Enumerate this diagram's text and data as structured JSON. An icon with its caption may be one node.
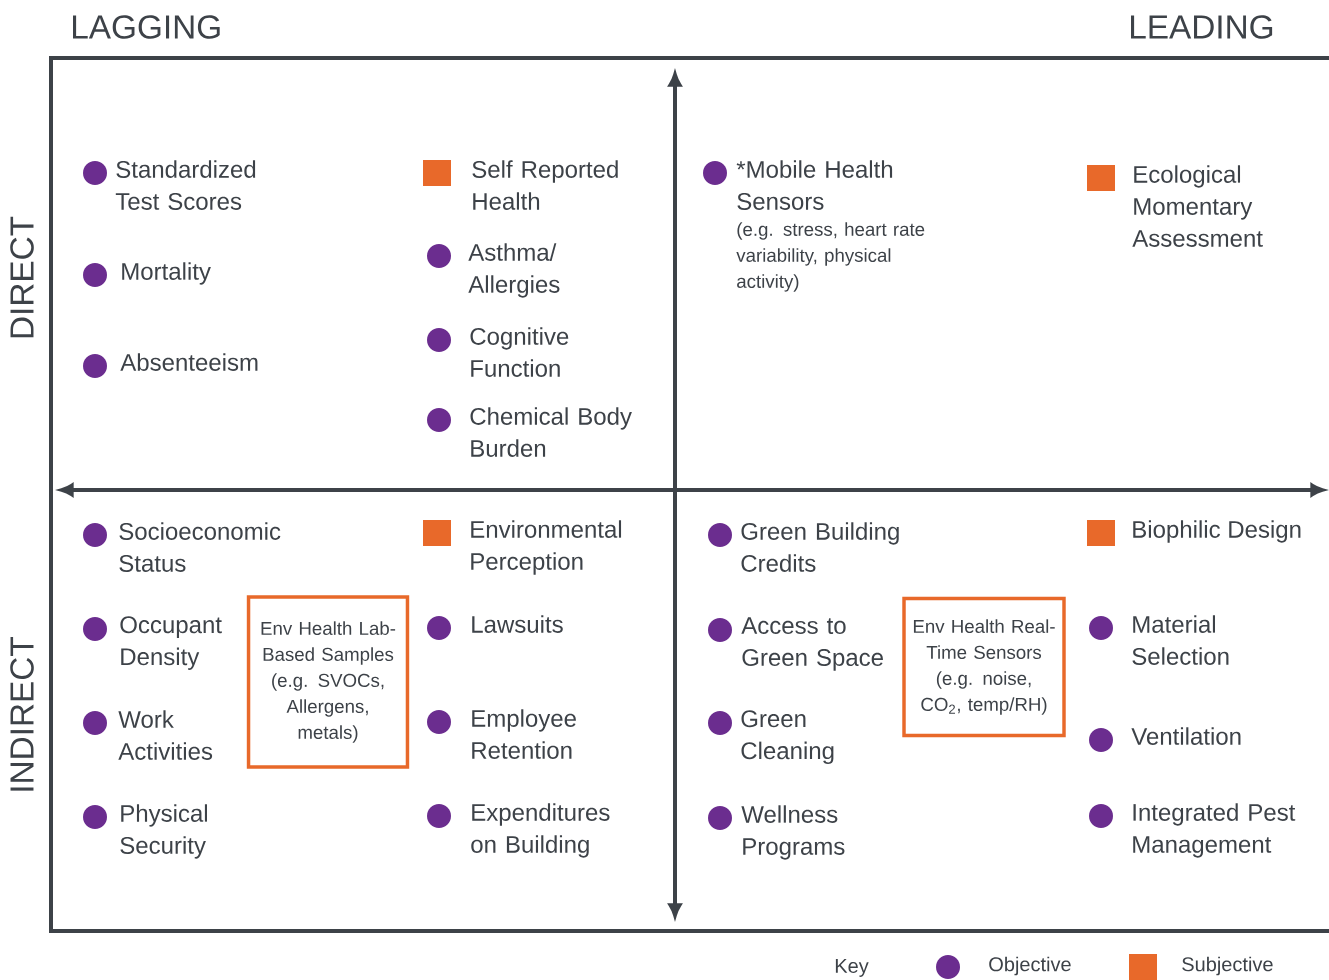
{
  "diagram": {
    "nodes": [
      {
        "text": [
          "Env Health Lab-Based Samples (e.g. SVOCs, Allergens, metals)"
        ]
      },
      {
        "text": [
          "Env Health Real-Time Sensors (e.g. noise, CO$_{2}$, temp/RH)"
        ]
      }
    ],
    "labels": [
      "LAGGING",
      "LEADING",
      "DIRECT",
      "INDIRECT",
      "Standardized Test Scores",
      "Mortality",
      "Absenteeism",
      "Self Reported Health",
      "Asthma/ Allergies",
      "Cognitive Function",
      "Chemical Body Burden",
      "*Mobile Health Sensors",
      "(e.g. stress, heart rate variability, physical activity)",
      "Ecological Momentary Assessment",
      "Socioeconomic Status",
      "Occupant Density",
      "Work Activities",
      "Physical Security",
      "Environmental Perception",
      "Lawsuits",
      "Employee Retention",
      "Expenditures on Building",
      "Green Building Credits",
      "Access to Green Space",
      "Green Cleaning",
      "Wellness Programs",
      "Biophilic Design",
      "Material Selection",
      "Ventilation",
      "Integrated Pest Management",
      "Key"
    ],
    "legend": [
      {
        "text": "Objective",
        "color": "#6b2d8f"
      },
      {
        "text": "Subjective",
        "color": "#e8692a"
      }
    ]
  }
}
